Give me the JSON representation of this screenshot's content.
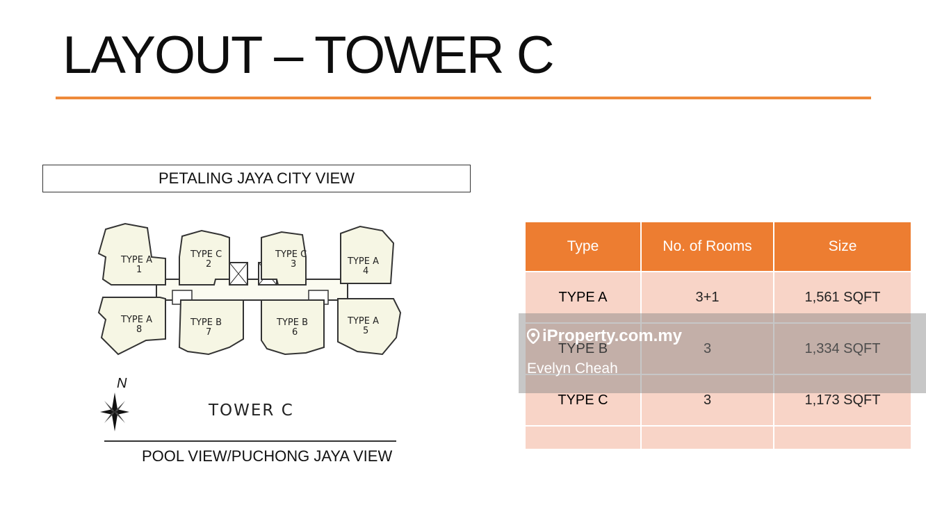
{
  "slide": {
    "title": "LAYOUT – TOWER C",
    "top_view_label": "PETALING JAYA CITY VIEW",
    "bottom_view_label": "POOL VIEW/PUCHONG JAYA VIEW",
    "accent_color": "#ee8a3a"
  },
  "floor_plan": {
    "tower_label": "TOWER C",
    "north_label": "N",
    "units": [
      {
        "type": "TYPE A",
        "number": "1"
      },
      {
        "type": "TYPE C",
        "number": "2"
      },
      {
        "type": "TYPE C",
        "number": "3"
      },
      {
        "type": "TYPE A",
        "number": "4"
      },
      {
        "type": "TYPE A",
        "number": "8"
      },
      {
        "type": "TYPE B",
        "number": "7"
      },
      {
        "type": "TYPE B",
        "number": "6"
      },
      {
        "type": "TYPE A",
        "number": "5"
      }
    ]
  },
  "spec_table": {
    "header_color": "#ed7d31",
    "row_color": "#f8d4c7",
    "headers": [
      "Type",
      "No. of Rooms",
      "Size"
    ],
    "rows": [
      {
        "type": "TYPE A",
        "rooms": "3+1",
        "size": "1,561 SQFT"
      },
      {
        "type": "TYPE B",
        "rooms": "3",
        "size": "1,334 SQFT"
      },
      {
        "type": "TYPE C",
        "rooms": "3",
        "size": "1,173 SQFT"
      }
    ]
  },
  "watermark": {
    "brand": "iProperty.com.my",
    "agent": "Evelyn Cheah",
    "icon": "location-pin-icon"
  }
}
